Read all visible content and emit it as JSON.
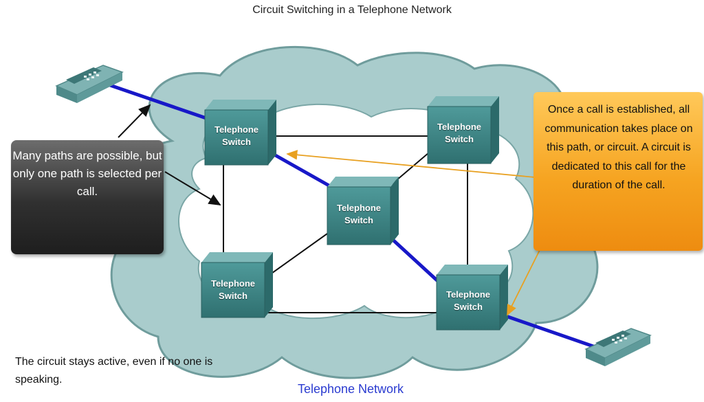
{
  "title": "Circuit Switching in a Telephone Network",
  "network_label": "Telephone Network",
  "switches": [
    {
      "id": "top-left",
      "label": "Telephone\nSwitch"
    },
    {
      "id": "top-right",
      "label": "Telephone\nSwitch"
    },
    {
      "id": "center",
      "label": "Telephone\nSwitch"
    },
    {
      "id": "bottom-left",
      "label": "Telephone\nSwitch"
    },
    {
      "id": "bottom-right",
      "label": "Telephone\nSwitch"
    }
  ],
  "callouts": {
    "paths": {
      "text": "Many paths are possible, but only one path is selected per call."
    },
    "circuit": {
      "text": "Once a call is established, all communication takes place on this path, or circuit.  A circuit is dedicated to this call for the duration of the call."
    }
  },
  "note": {
    "text": "The circuit stays active, even if no one is speaking."
  },
  "colors": {
    "cloud": "#8fb8b8",
    "cloud_outline": "#6f9c9c",
    "switch": "#3f8a8a",
    "circuit_path": "#1818c8",
    "link": "#111111",
    "dark_callout": "#2c2c2c",
    "orange_callout": "#f6a421",
    "orange_pointer": "#e8a020",
    "network_label": "#2a3bd0"
  }
}
